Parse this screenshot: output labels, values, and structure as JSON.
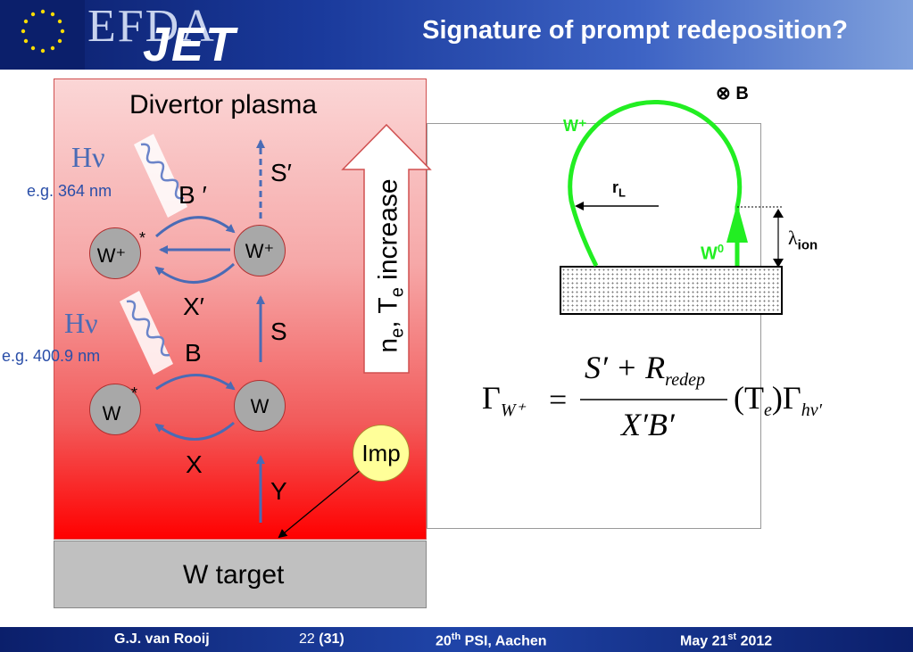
{
  "header": {
    "title": "Signature of prompt redeposition?",
    "logo_text_1": "EFDA",
    "logo_text_2": "JET"
  },
  "diagram": {
    "plasma_title": "Divertor plasma",
    "target_label": "W target",
    "arrow_label": "increase",
    "arrow_label_n": "n",
    "arrow_label_n_sub": "e",
    "arrow_label_T": "T",
    "arrow_label_T_sub": "e",
    "arrow_label_sep": ",",
    "h_nu_1": "Hν",
    "h_nu_2": "Hν",
    "wavelength_1": "e.g. 364 nm",
    "wavelength_2": "e.g. 400.9 nm",
    "node_w_plus_star": "W⁺",
    "node_w_plus_star_sup": "*",
    "node_w_plus": "W⁺",
    "node_w_star": "W",
    "node_w_star_sup": "*",
    "node_w": "W",
    "imp_label": "Imp",
    "label_B_prime": "B ′",
    "label_X_prime": "X′",
    "label_S_prime": "S′",
    "label_S": "S",
    "label_B": "B",
    "label_X": "X",
    "label_Y": "Y"
  },
  "gyro": {
    "b_field": "⊗ B",
    "w_plus_label": "W⁺",
    "w0_label": "W",
    "w0_sup": "0",
    "r_label": "r",
    "r_sub": "L",
    "lambda_label": "λ",
    "lambda_sub": "ion"
  },
  "equation": {
    "lhs": "Γ",
    "lhs_sub": "W⁺",
    "eq": "=",
    "numerator": "S′ + R",
    "numerator_sub": "redep",
    "denominator": "X′B′",
    "factor": "(T",
    "factor_sub": "e",
    "factor_close": ")Γ",
    "factor_close_sub": "hν′"
  },
  "footer": {
    "author": "G.J. van Rooij",
    "page_num": "22",
    "page_total": "(31)",
    "conf_num": "20",
    "conf_sup": "th",
    "conf_rest": "PSI, Aachen",
    "date_pre": "May 21",
    "date_sup": "st",
    "date_year": "2012"
  },
  "colors": {
    "header_dark": "#0b1f6b",
    "gyro_green": "#22ee22",
    "arrow_blue": "#4a6bb5",
    "imp_yellow": "#ffff99"
  }
}
